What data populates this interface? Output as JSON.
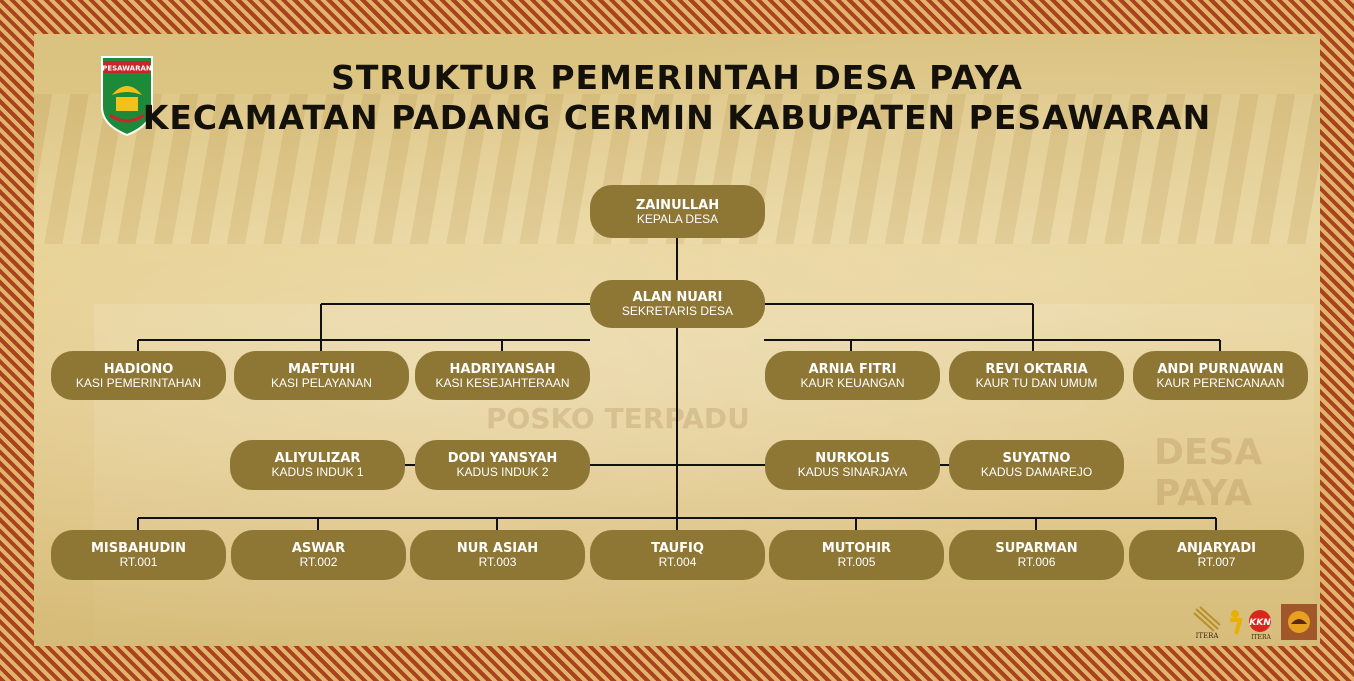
{
  "title": {
    "line1": "STRUKTUR PEMERINTAH DESA PAYA",
    "line2": "KECAMATAN PADANG CERMIN KABUPATEN PESAWARAN"
  },
  "logo_label": "PESAWARAN",
  "background_signs": {
    "posko": "POSKO TERPADU",
    "desa": "DESA PAYA"
  },
  "colors": {
    "node_fill": "#8e7635",
    "node_text": "#ffffff",
    "title_text": "#14100a",
    "border_primary": "#a8421f",
    "border_secondary": "#e2b46b",
    "background": "#e1c785"
  },
  "org": {
    "kepala": {
      "name": "ZAINULLAH",
      "role": "KEPALA DESA"
    },
    "sekretaris": {
      "name": "ALAN NUARI",
      "role": "SEKRETARIS DESA"
    },
    "kasi": [
      {
        "name": "HADIONO",
        "role": "KASI PEMERINTAHAN"
      },
      {
        "name": "MAFTUHI",
        "role": "KASI PELAYANAN"
      },
      {
        "name": "HADRIYANSAH",
        "role": "KASI KESEJAHTERAAN"
      }
    ],
    "kaur": [
      {
        "name": "ARNIA FITRI",
        "role": "KAUR KEUANGAN"
      },
      {
        "name": "REVI OKTARIA",
        "role": "KAUR TU DAN UMUM"
      },
      {
        "name": "ANDI PURNAWAN",
        "role": "KAUR PERENCANAAN"
      }
    ],
    "kadus": [
      {
        "name": "ALIYULIZAR",
        "role": "KADUS INDUK 1"
      },
      {
        "name": "DODI YANSYAH",
        "role": "KADUS INDUK 2"
      },
      {
        "name": "NURKOLIS",
        "role": "KADUS SINARJAYA"
      },
      {
        "name": "SUYATNO",
        "role": "KADUS DAMAREJO"
      }
    ],
    "rt": [
      {
        "name": "MISBAHUDIN",
        "role": "RT.001"
      },
      {
        "name": "ASWAR",
        "role": "RT.002"
      },
      {
        "name": "NUR ASIAH",
        "role": "RT.003"
      },
      {
        "name": "TAUFIQ",
        "role": "RT.004"
      },
      {
        "name": "MUTOHIR",
        "role": "RT.005"
      },
      {
        "name": "SUPARMAN",
        "role": "RT.006"
      },
      {
        "name": "ANJARYADI",
        "role": "RT.007"
      }
    ]
  },
  "sponsors": {
    "itera1": "ITERA",
    "kkn": "KKN",
    "itera2": "ITERA"
  }
}
